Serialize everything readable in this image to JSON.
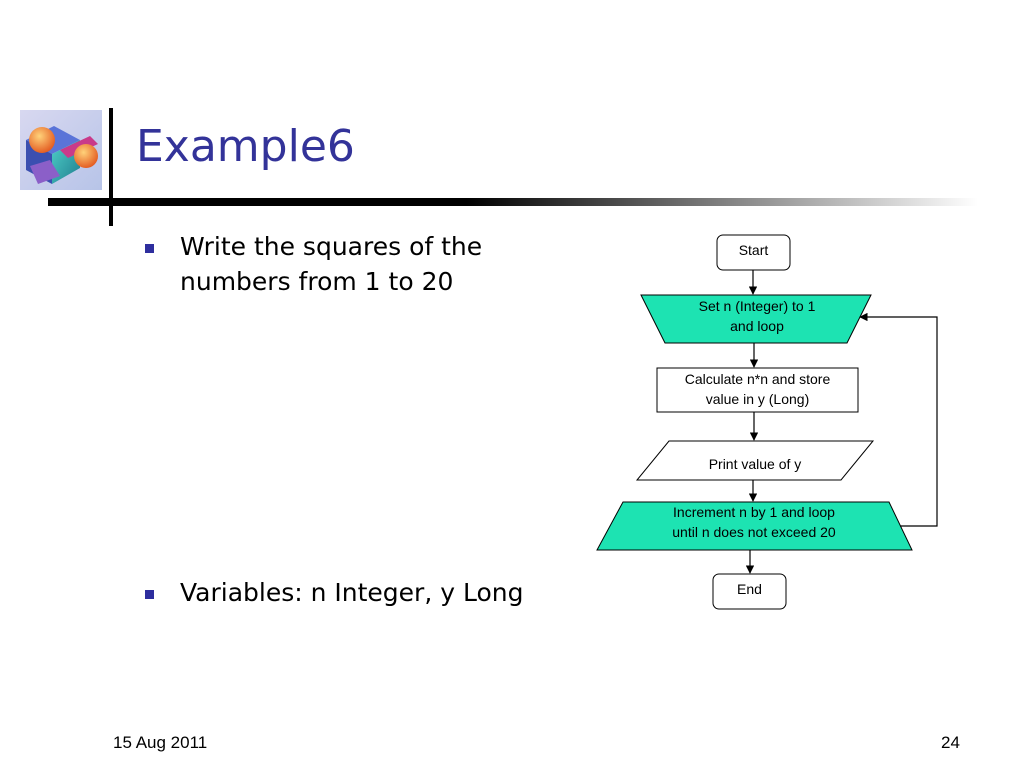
{
  "slide": {
    "title": "Example6",
    "bullets": [
      {
        "lines": [
          "Write the squares of the",
          "numbers from 1 to 20"
        ]
      },
      {
        "lines": [
          "Variables: n Integer, y Long"
        ]
      }
    ],
    "footer": {
      "date": "15 Aug 2011",
      "page": "24"
    }
  },
  "flowchart": {
    "start": "Start",
    "loop_start": [
      "Set n (Integer) to 1",
      "and loop"
    ],
    "calculate": [
      "Calculate n*n and store",
      "value in y (Long)"
    ],
    "print": "Print value of y",
    "loop_end": [
      "Increment n by 1 and loop",
      "until n does not exceed 20"
    ],
    "end": "End"
  },
  "colors": {
    "title": "#333399",
    "loop_fill": "#1de3b2",
    "bullet": "#2e2e9e"
  },
  "icons": {
    "logo": "colored-blocks-logo-icon"
  }
}
